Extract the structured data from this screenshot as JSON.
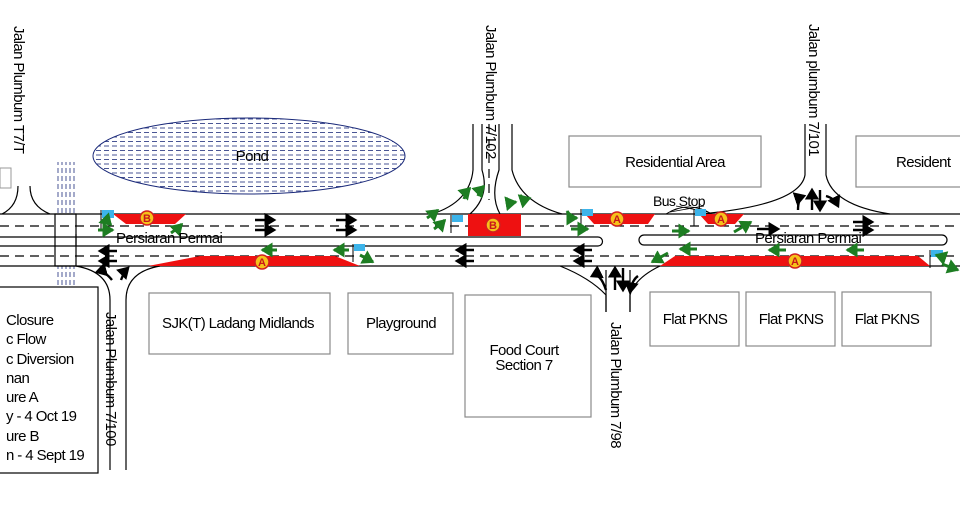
{
  "map": {
    "main_road": "Persiaran Permai",
    "side_roads": [
      {
        "id": "t7t",
        "name": "Jalan Plumbum T7/T"
      },
      {
        "id": "7-100",
        "name": "Jalan Plumbum 7/100"
      },
      {
        "id": "7-102",
        "name": "Jalan Plumbum 7/102"
      },
      {
        "id": "7-98",
        "name": "Jalan Plumbum 7/98"
      },
      {
        "id": "7-101",
        "name": "Jalan plumbum 7/101"
      }
    ],
    "landmarks": {
      "pond": "Pond",
      "residential_1": "Residential Area",
      "residential_2": "Resident",
      "bus_stop": "Bus Stop",
      "school": "SJK(T) Ladang Midlands",
      "playground": "Playground",
      "food_court_line1": "Food Court",
      "food_court_line2": "Section 7",
      "flat_1": "Flat PKNS",
      "flat_2": "Flat PKNS",
      "flat_3": "Flat PKNS"
    },
    "closure_badges": {
      "a": "A",
      "b": "B"
    },
    "colors": {
      "closure": "#ee1111",
      "diversion_arrow": "#1d7d22",
      "traffic_arrow": "#000000",
      "flag": "#3db4ea",
      "badge_fill": "#f6c21a",
      "pond_hatch": "#1b2a7a"
    }
  },
  "legend": {
    "items": [
      "Closure",
      "c Flow",
      "c Diversion",
      "nan",
      "ure A",
      "y - 4 Oct 19",
      "ure B",
      "n - 4 Sept 19"
    ]
  }
}
